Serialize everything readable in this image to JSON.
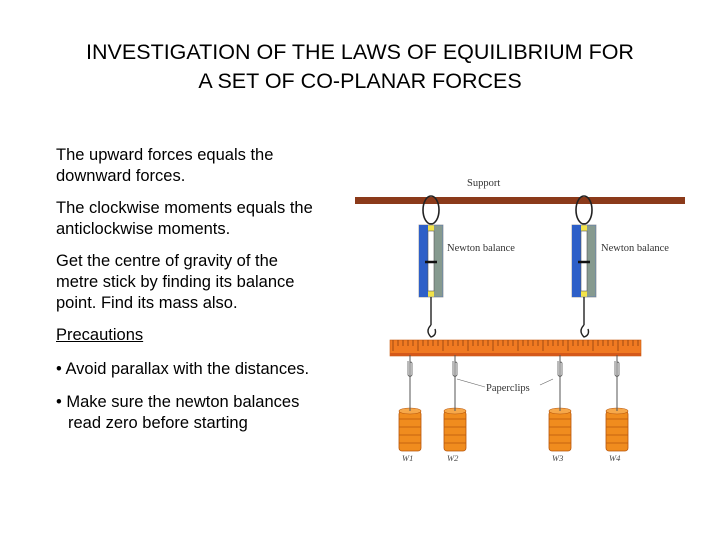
{
  "slide": {
    "title_line1": "INVESTIGATION OF THE LAWS OF EQUILIBRIUM FOR",
    "title_line2": "A SET OF CO-PLANAR FORCES",
    "paragraph1_line1": "The upward forces equals the",
    "paragraph1_line2": "downward forces.",
    "paragraph2_line1": "The clockwise moments equals the",
    "paragraph2_line2": "anticlockwise moments.",
    "paragraph3_line1": "Get the centre of gravity of the",
    "paragraph3_line2": "metre stick by finding its balance",
    "paragraph3_line3": "point. Find its mass also.",
    "precautions_heading": "Precautions",
    "bullet1": "• Avoid parallax with the distances.",
    "bullet2_line1": "• Make sure the newton balances",
    "bullet2_line2": "read zero before starting"
  },
  "diagram": {
    "support_label": "Support",
    "balance_label_left": "Newton balance",
    "balance_label_right": "Newton balance",
    "paperclips_label": "Paperclips",
    "weight_labels": [
      "W1",
      "W2",
      "W3",
      "W4"
    ],
    "colors": {
      "support_bar": "#8b3a1a",
      "metre_stick": "#f07a22",
      "balance_body": "#f2e34a",
      "balance_scale": "#2d5fc8",
      "weight": "#f08c1e"
    }
  }
}
